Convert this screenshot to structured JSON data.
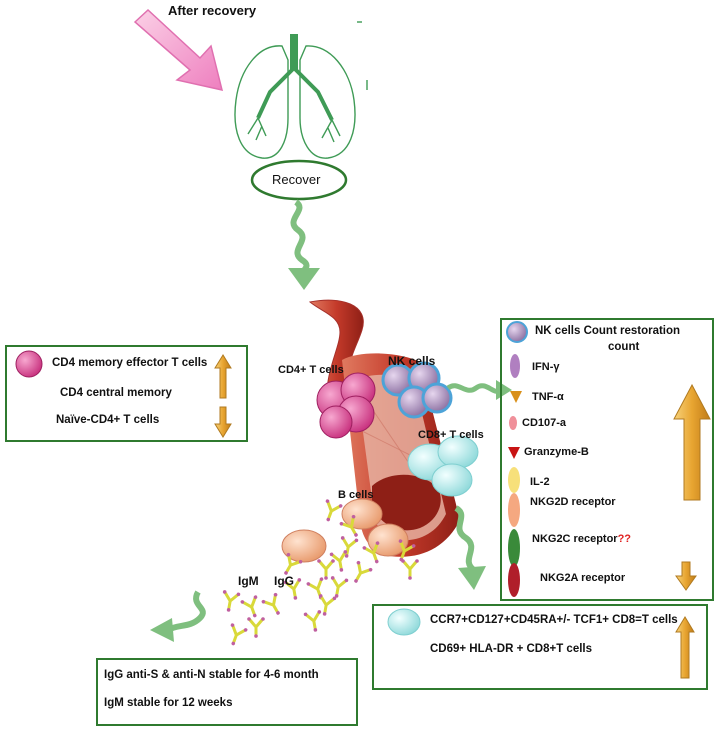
{
  "header": {
    "title": "After recovery"
  },
  "recover": {
    "label": "Recover"
  },
  "vessel": {
    "cd4_label": "CD4+ T cells",
    "nk_label": "NK cells",
    "cd8_label": "CD8+ T cells",
    "b_label": "B cells",
    "igm_label": "IgM",
    "igg_label": "IgG"
  },
  "cd4_box": {
    "items": [
      "CD4 memory effector T cells",
      "CD4 central memory",
      "Naïve-CD4+ T cells"
    ],
    "trend_up": "up",
    "trend_down": "down"
  },
  "nk_box": {
    "title": "NK cells Count restoration",
    "title_line2": "count",
    "items": [
      "IFN-γ",
      "TNF-α",
      "CD107-a",
      "Granzyme-B",
      "IL-2",
      "NKG2D receptor",
      "NKG2C receptor",
      "NKG2A receptor"
    ],
    "nkg2c_mark": "??",
    "trend_up": "up",
    "trend_down": "down"
  },
  "cd8_box": {
    "items": [
      "CCR7+CD127+CD45RA+/- TCF1+ CD8=T cells",
      "CD69+ HLA-DR + CD8+T cells"
    ],
    "trend_up": "up"
  },
  "ig_box": {
    "items": [
      "IgG anti-S & anti-N stable for 4-6 month",
      "IgM stable for 12 weeks"
    ]
  },
  "colors": {
    "box_border": "#2f7a2f",
    "arrow_green": "#7fbf7f",
    "arrow_gold": "#e8a531",
    "header_arrow": "#f4a6d0",
    "lung": "#3f9b56",
    "cd4_cell": "#e0509a",
    "nk_cell": "#a890b8",
    "cd8_cell": "#b8ecec",
    "b_cell": "#f5b894",
    "antibody": "#d9d93a",
    "vessel": "#c43a2a"
  }
}
